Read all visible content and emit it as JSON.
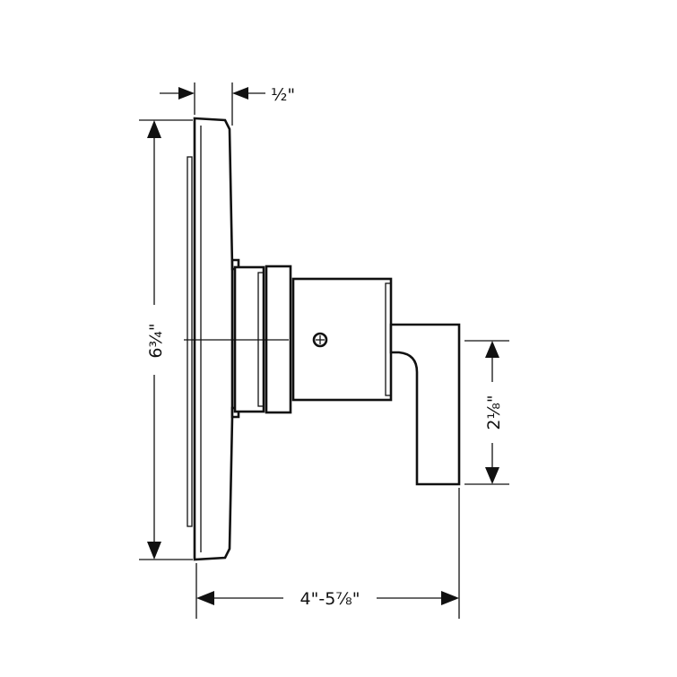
{
  "diagram": {
    "colors": {
      "line": "#111111",
      "background": "#ffffff"
    },
    "dimensions": {
      "plate_thickness": "½\"",
      "height": "6¾\"",
      "handle_height": "2⅛\"",
      "depth": "4\"-5⅞\""
    }
  }
}
